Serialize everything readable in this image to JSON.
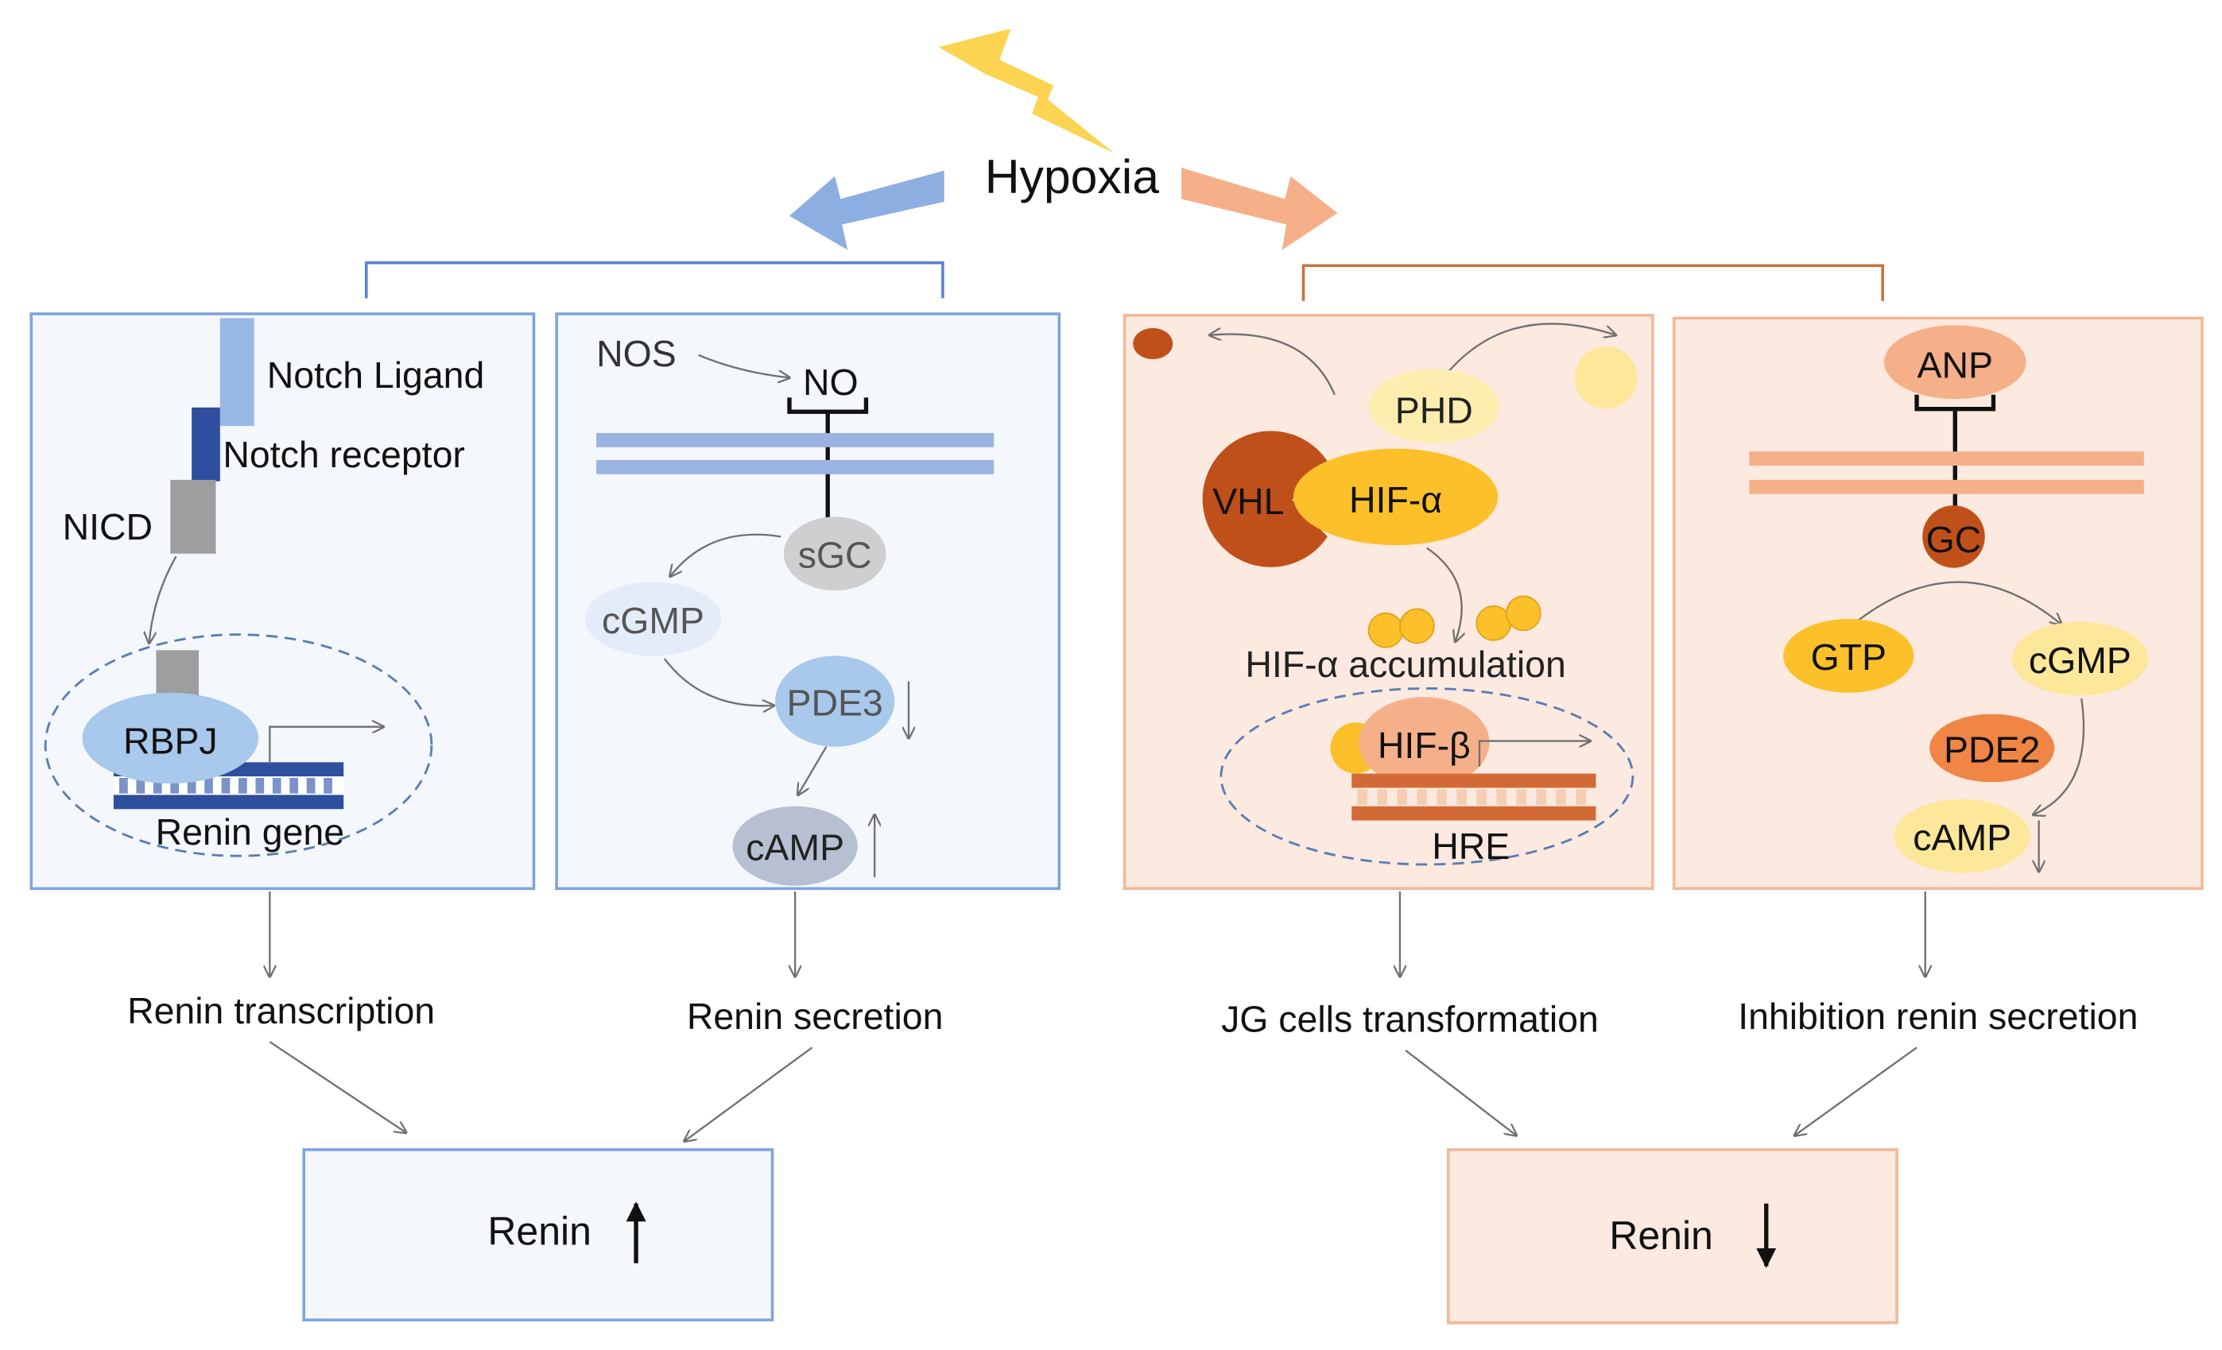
{
  "title": "Hypoxia",
  "colors": {
    "blue_panel_fill": "#f4f7fc",
    "blue_panel_border": "#7fa3dd",
    "orange_panel_fill": "#fce9df",
    "orange_panel_border": "#f2b897",
    "blue_arrow": "#8caee1",
    "orange_arrow": "#f5b08a",
    "lightning": "#fcd451"
  },
  "panel1": {
    "notch_ligand": "Notch Ligand",
    "notch_receptor": "Notch receptor",
    "nicd": "NICD",
    "rbpj": "RBPJ",
    "renin_gene": "Renin gene"
  },
  "panel2": {
    "nos": "NOS",
    "no": "NO",
    "sgc": "sGC",
    "cgmp": "cGMP",
    "pde3": "PDE3",
    "camp": "cAMP"
  },
  "panel3": {
    "phd": "PHD",
    "vhl": "VHL",
    "hif_alpha": "HIF-α",
    "accumulation": "HIF-α accumulation",
    "hif_beta": "HIF-β",
    "hre": "HRE"
  },
  "panel4": {
    "anp": "ANP",
    "gc": "GC",
    "gtp": "GTP",
    "cgmp": "cGMP",
    "pde2": "PDE2",
    "camp": "cAMP"
  },
  "outcomes": {
    "renin_transcription": "Renin transcription",
    "renin_secretion": "Renin secretion",
    "jg_transformation": "JG cells transformation",
    "inhibition_secretion": "Inhibition renin secretion"
  },
  "results": {
    "renin_up": "Renin",
    "renin_down": "Renin"
  }
}
